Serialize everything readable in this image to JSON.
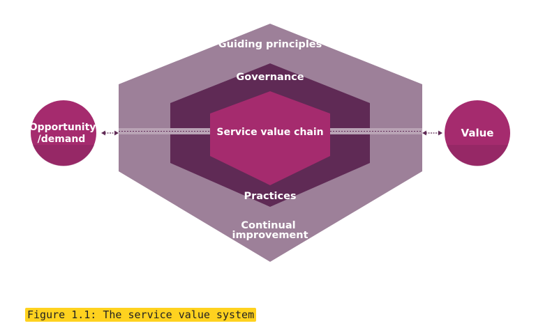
{
  "diagram": {
    "outer_layer": "Guiding principles",
    "outer_bottom": [
      "Continual",
      "improvement"
    ],
    "middle_top": "Governance",
    "middle_bottom": "Practices",
    "center": "Service value chain",
    "input": [
      "Opportunity",
      "/demand"
    ],
    "output": "Value"
  },
  "caption": "Figure 1.1: The service value system",
  "colors": {
    "outer": "#9d8099",
    "middle": "#5f2a55",
    "center": "#a52b6e",
    "circle": "#a52b6e",
    "circle_shade": "#8b2660",
    "arrow": "#5f2a55",
    "caption_highlight": "#ffd21f"
  }
}
